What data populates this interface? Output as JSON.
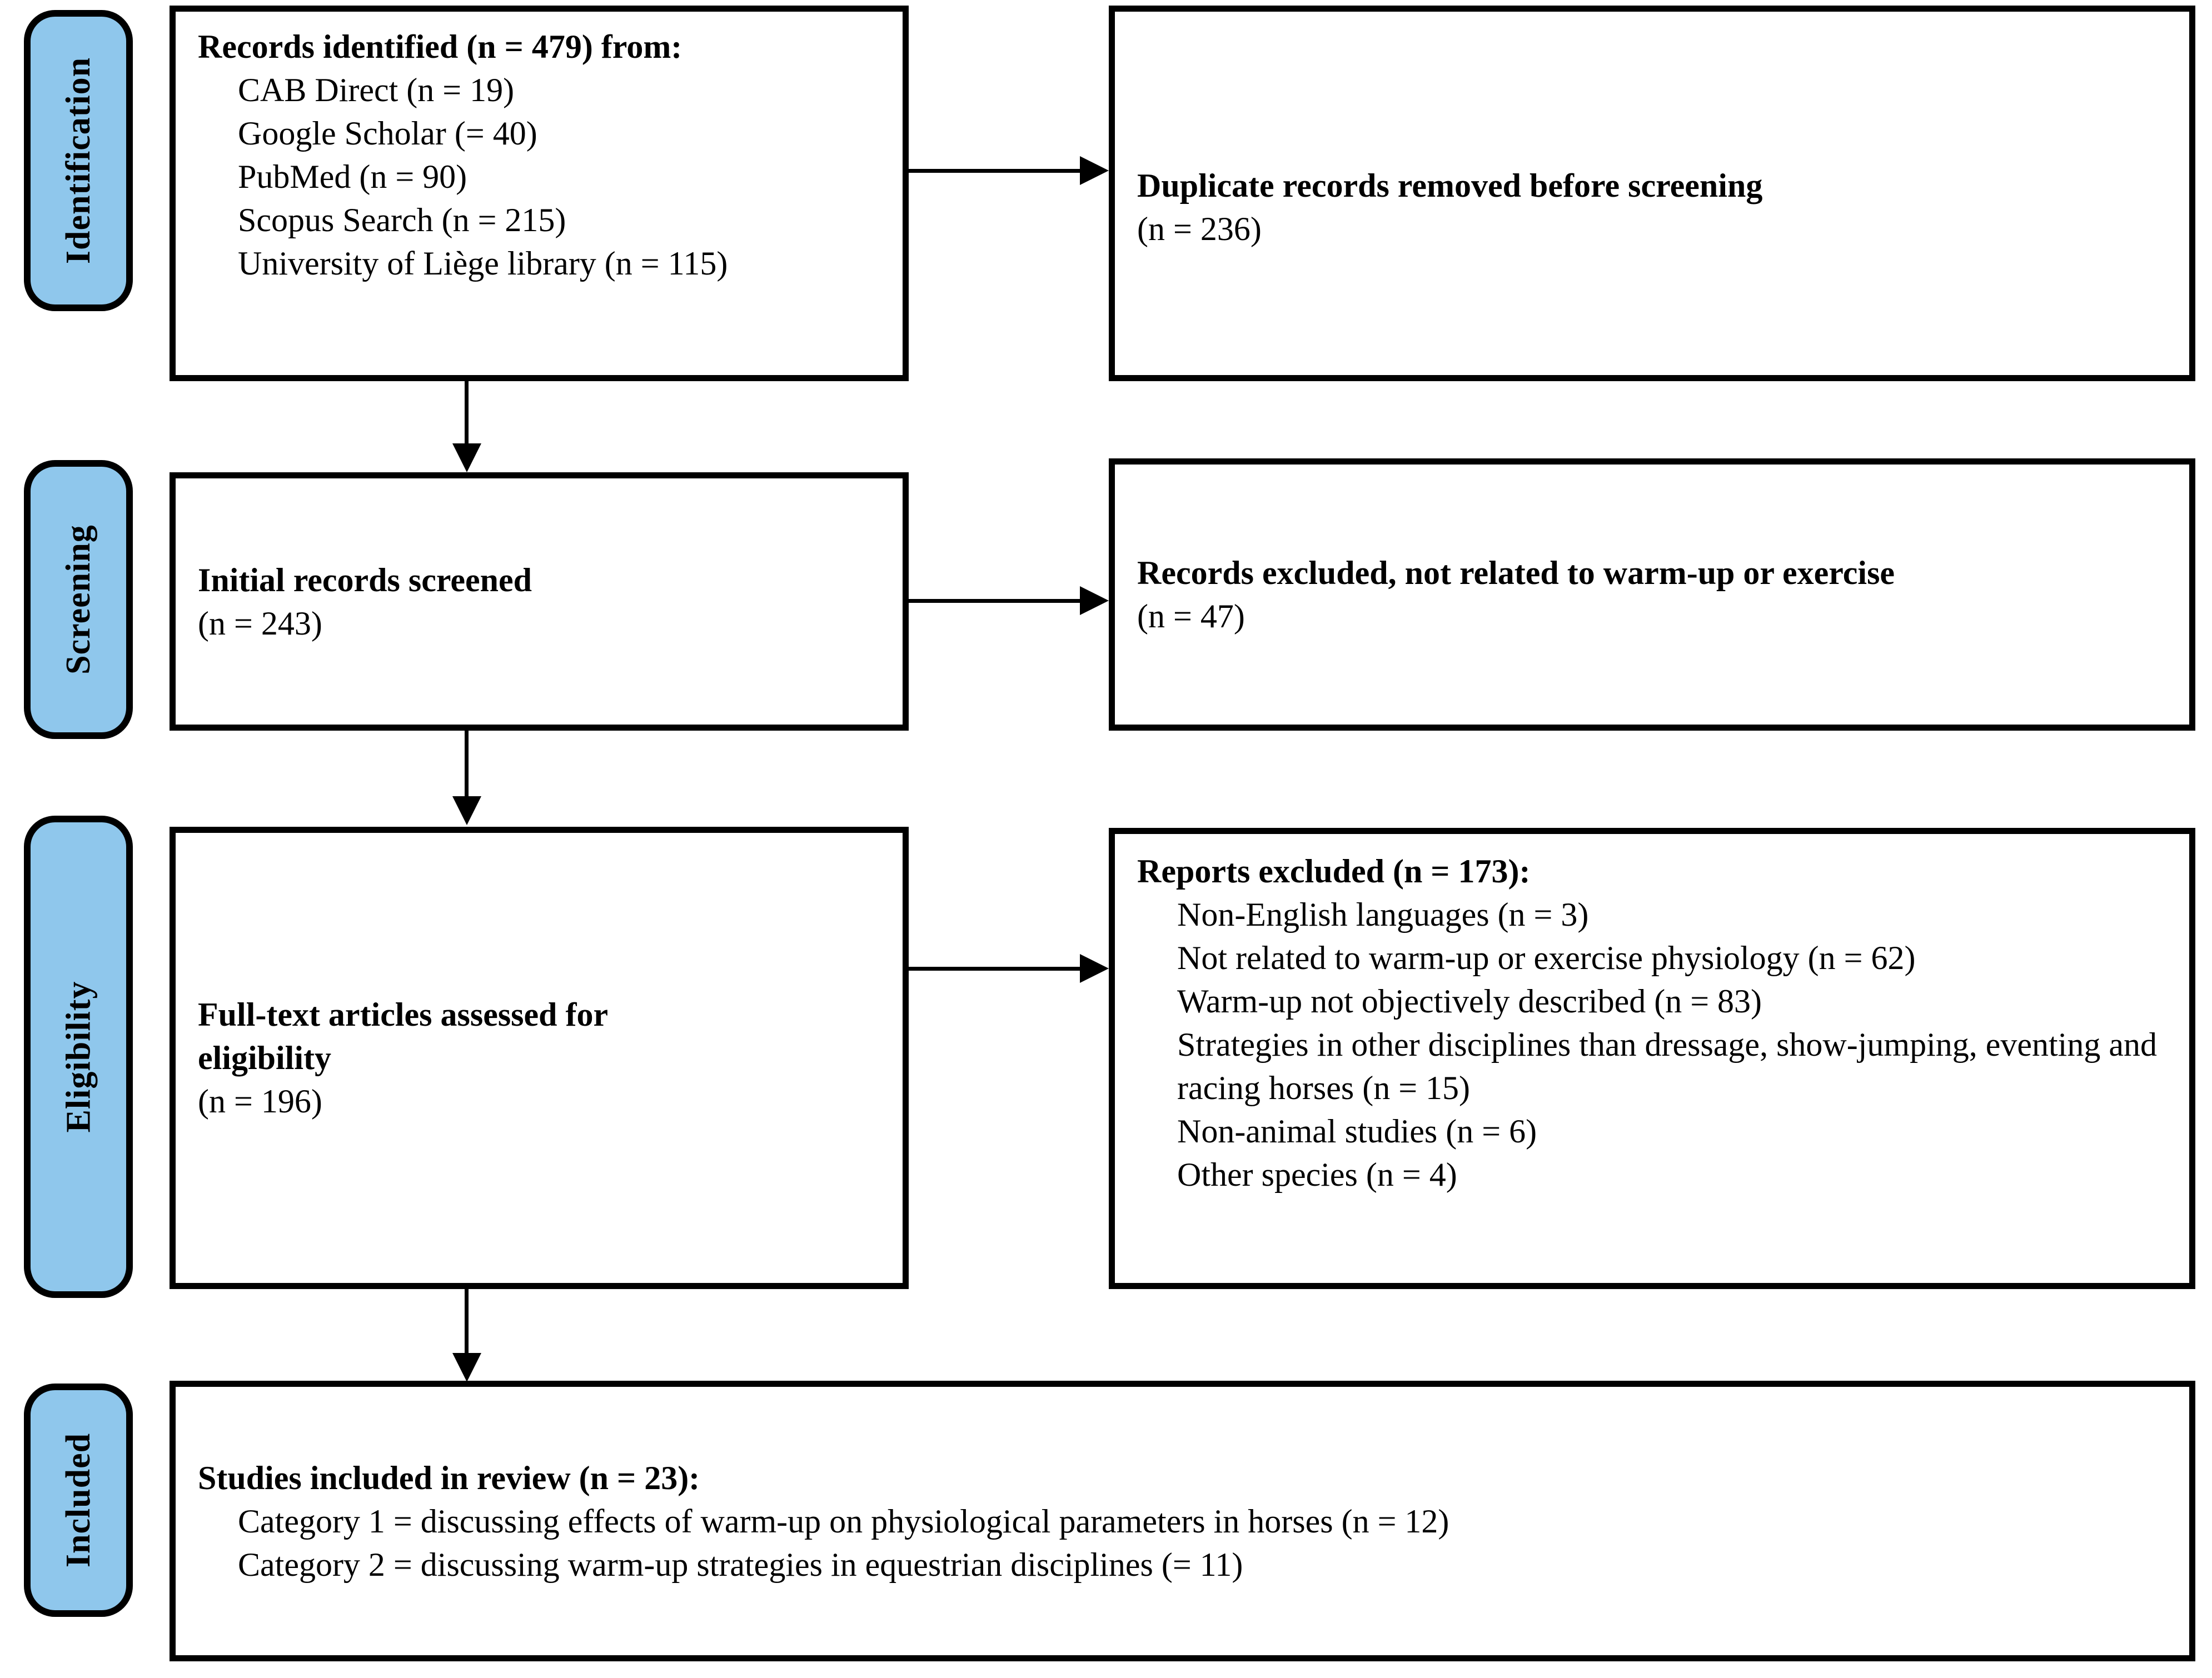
{
  "diagram": {
    "title": "PRISMA flow diagram",
    "accent_color": "#8FC7EC",
    "border_color": "#000000",
    "background_color": "#FFFFFF"
  },
  "stages": {
    "identification": "Identification",
    "screening": "Screening",
    "eligibility": "Eligibility",
    "included": "Included"
  },
  "identification": {
    "left_box": {
      "heading": "Records identified (n = 479) from:",
      "sources": [
        "CAB Direct (n = 19)",
        "Google Scholar (= 40)",
        "PubMed (n = 90)",
        "Scopus Search (n = 215)",
        "University of Liège library (n = 115)"
      ]
    },
    "right_box": {
      "heading": "Duplicate records removed before screening",
      "count": "(n = 236)"
    }
  },
  "screening": {
    "left_box": {
      "heading": "Initial records screened",
      "count": "(n = 243)"
    },
    "right_box": {
      "heading": "Records excluded, not related to warm-up or exercise",
      "count": "(n = 47)"
    }
  },
  "eligibility": {
    "left_box": {
      "heading_line1": "Full-text articles assessed for",
      "heading_line2": "eligibility",
      "count": "(n = 196)"
    },
    "right_box": {
      "heading": "Reports excluded (n = 173):",
      "reasons": [
        "Non-English languages (n = 3)",
        "Not related to warm-up or exercise physiology (n = 62)",
        "Warm-up not objectively described (n = 83)",
        "Strategies in other disciplines than dressage, show-jumping, eventing and racing horses (n = 15)",
        "Non-animal studies (n = 6)",
        "Other species (n = 4)"
      ]
    }
  },
  "included": {
    "box": {
      "heading": "Studies included in review (n = 23):",
      "categories": [
        "Category 1 = discussing effects of warm-up on physiological parameters in horses (n = 12)",
        "Category 2 = discussing warm-up strategies in equestrian disciplines (= 11)"
      ]
    }
  }
}
